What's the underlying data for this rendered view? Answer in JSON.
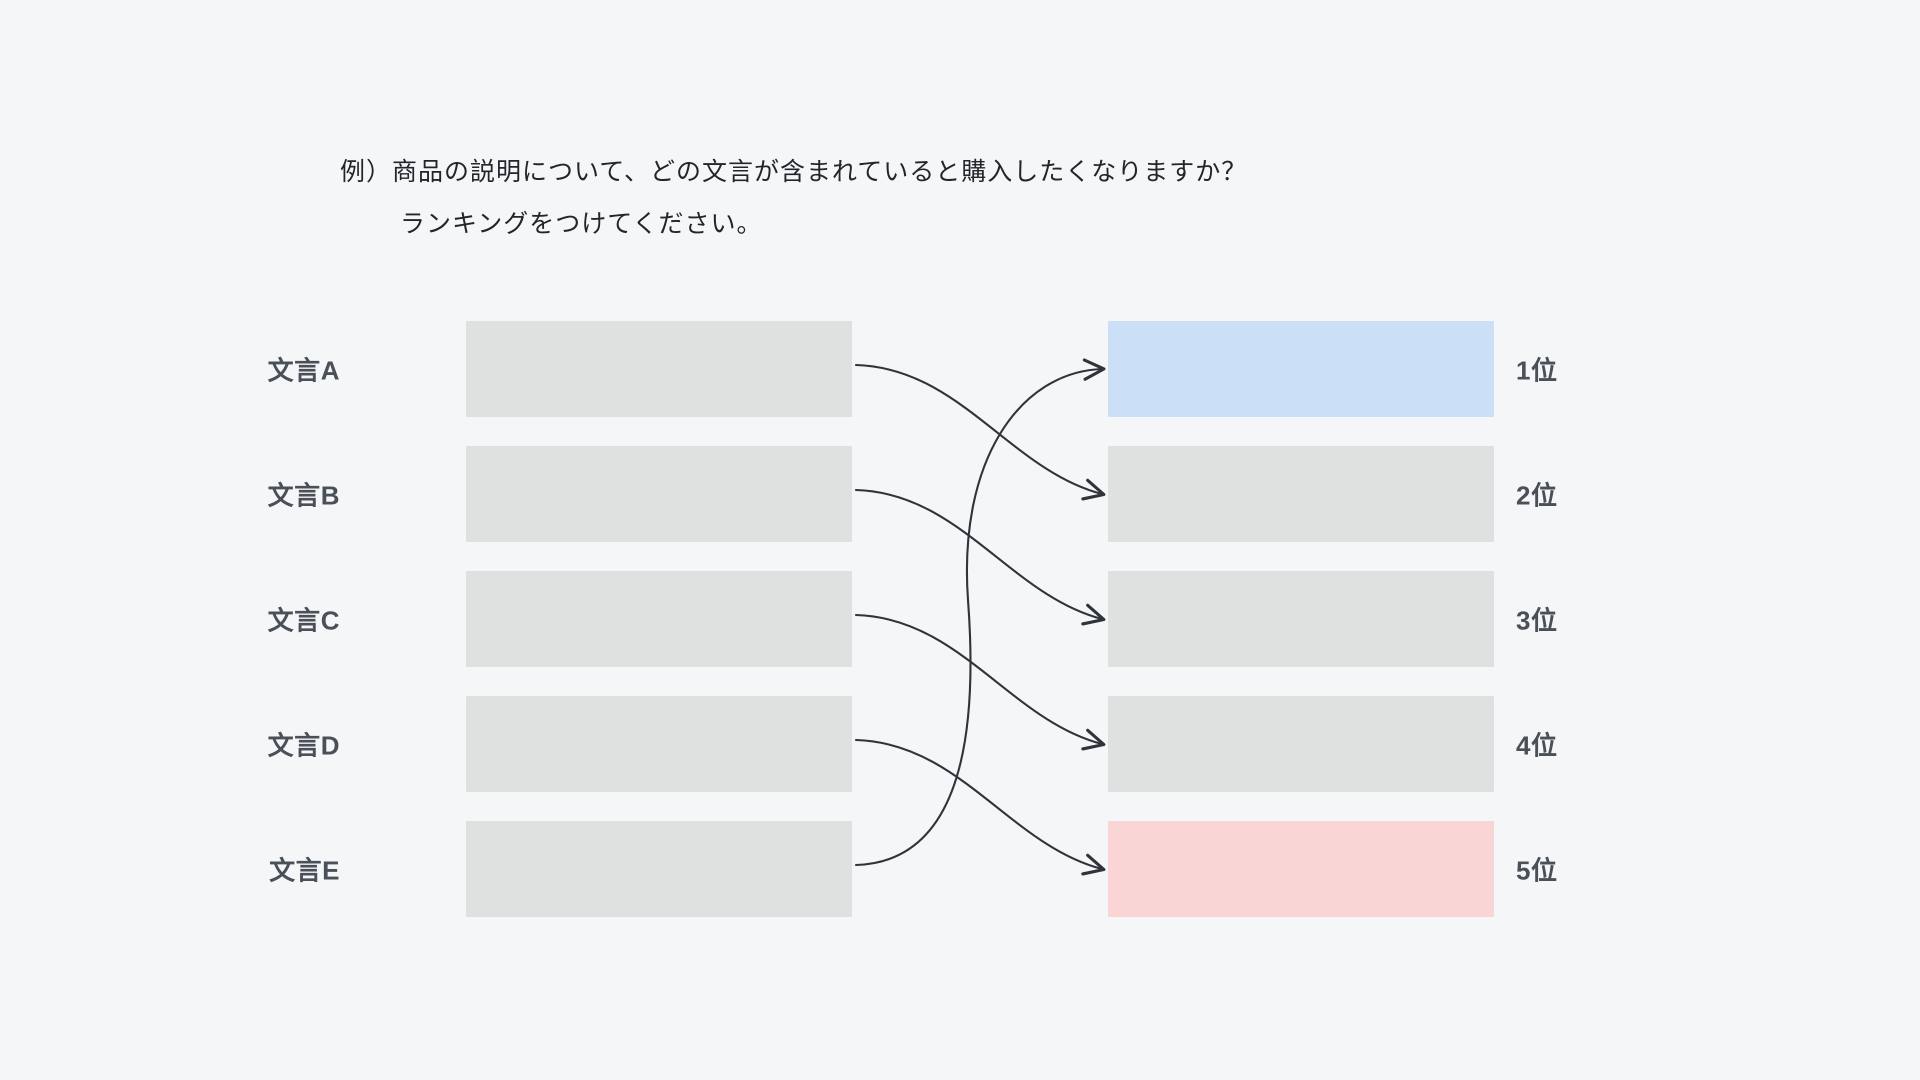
{
  "page": {
    "background_color": "#f5f6f8",
    "prompt": {
      "line1": "例）商品の説明について、どの文言が含まれていると購入したくなりますか？",
      "line2": "ランキングをつけてください。"
    }
  },
  "colors": {
    "background": "#f5f6f8",
    "box_default": "#dfe0e0",
    "box_rank1_highlight": "#cbe0f7",
    "box_rank5_highlight": "#fad5d5",
    "label_text": "#4a5058",
    "prompt_text": "#22262b",
    "arrow_stroke": "#2f343a"
  },
  "left_items": [
    {
      "label": "文言A"
    },
    {
      "label": "文言B"
    },
    {
      "label": "文言C"
    },
    {
      "label": "文言D"
    },
    {
      "label": "文言E"
    }
  ],
  "right_items": [
    {
      "label": "1位",
      "highlight": "blue"
    },
    {
      "label": "2位",
      "highlight": "none"
    },
    {
      "label": "3位",
      "highlight": "none"
    },
    {
      "label": "4位",
      "highlight": "none"
    },
    {
      "label": "5位",
      "highlight": "pink"
    }
  ],
  "connections": [
    {
      "from": "文言A",
      "to": "2位"
    },
    {
      "from": "文言B",
      "to": "3位"
    },
    {
      "from": "文言C",
      "to": "4位"
    },
    {
      "from": "文言D",
      "to": "5位"
    },
    {
      "from": "文言E",
      "to": "1位"
    }
  ]
}
